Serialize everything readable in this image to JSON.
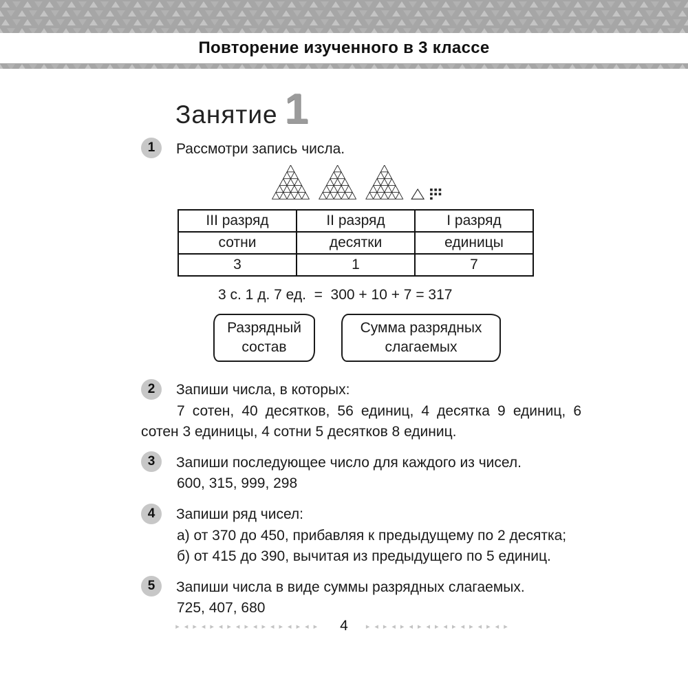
{
  "header": {
    "title": "Повторение изученного в 3 классе"
  },
  "lesson": {
    "word": "Занятие",
    "number": "1"
  },
  "task1": {
    "num": "1",
    "text": "Рассмотри запись числа.",
    "table": {
      "row1": [
        "III разряд",
        "II разряд",
        "I разряд"
      ],
      "row2": [
        "сотни",
        "десятки",
        "единицы"
      ],
      "row3": [
        "3",
        "1",
        "7"
      ]
    },
    "equation": "3 с. 1 д. 7 ед.  =  300 + 10 + 7 = 317",
    "box1": "Разрядный состав",
    "box2": "Сумма разрядных слагаемых"
  },
  "task2": {
    "num": "2",
    "head": "Запиши числа, в которых:",
    "body": "7 сотен, 40 десятков, 56 единиц, 4 десятка 9 единиц, 6 сотен 3 единицы, 4 сотни 5 десятков 8 единиц."
  },
  "task3": {
    "num": "3",
    "head": "Запиши последующее число для каждого из чисел.",
    "body": "600, 315, 999, 298"
  },
  "task4": {
    "num": "4",
    "head": "Запиши ряд чисел:",
    "item_a": "а) от 370 до 450, прибавляя к предыдущему по 2 десятка;",
    "item_b": "б) от 415 до 390, вычитая из предыдущего по 5 единиц."
  },
  "task5": {
    "num": "5",
    "head": "Запиши числа в виде суммы разрядных слагаемых.",
    "body": "725, 407, 680"
  },
  "footer": {
    "page_number": "4",
    "deco_left": "▸◂▸◂▸◂▸◂▸◂▸◂▸◂▸◂▸",
    "deco_right": "▸◂▸◂▸◂▸◂▸◂▸◂▸◂▸◂▸"
  }
}
